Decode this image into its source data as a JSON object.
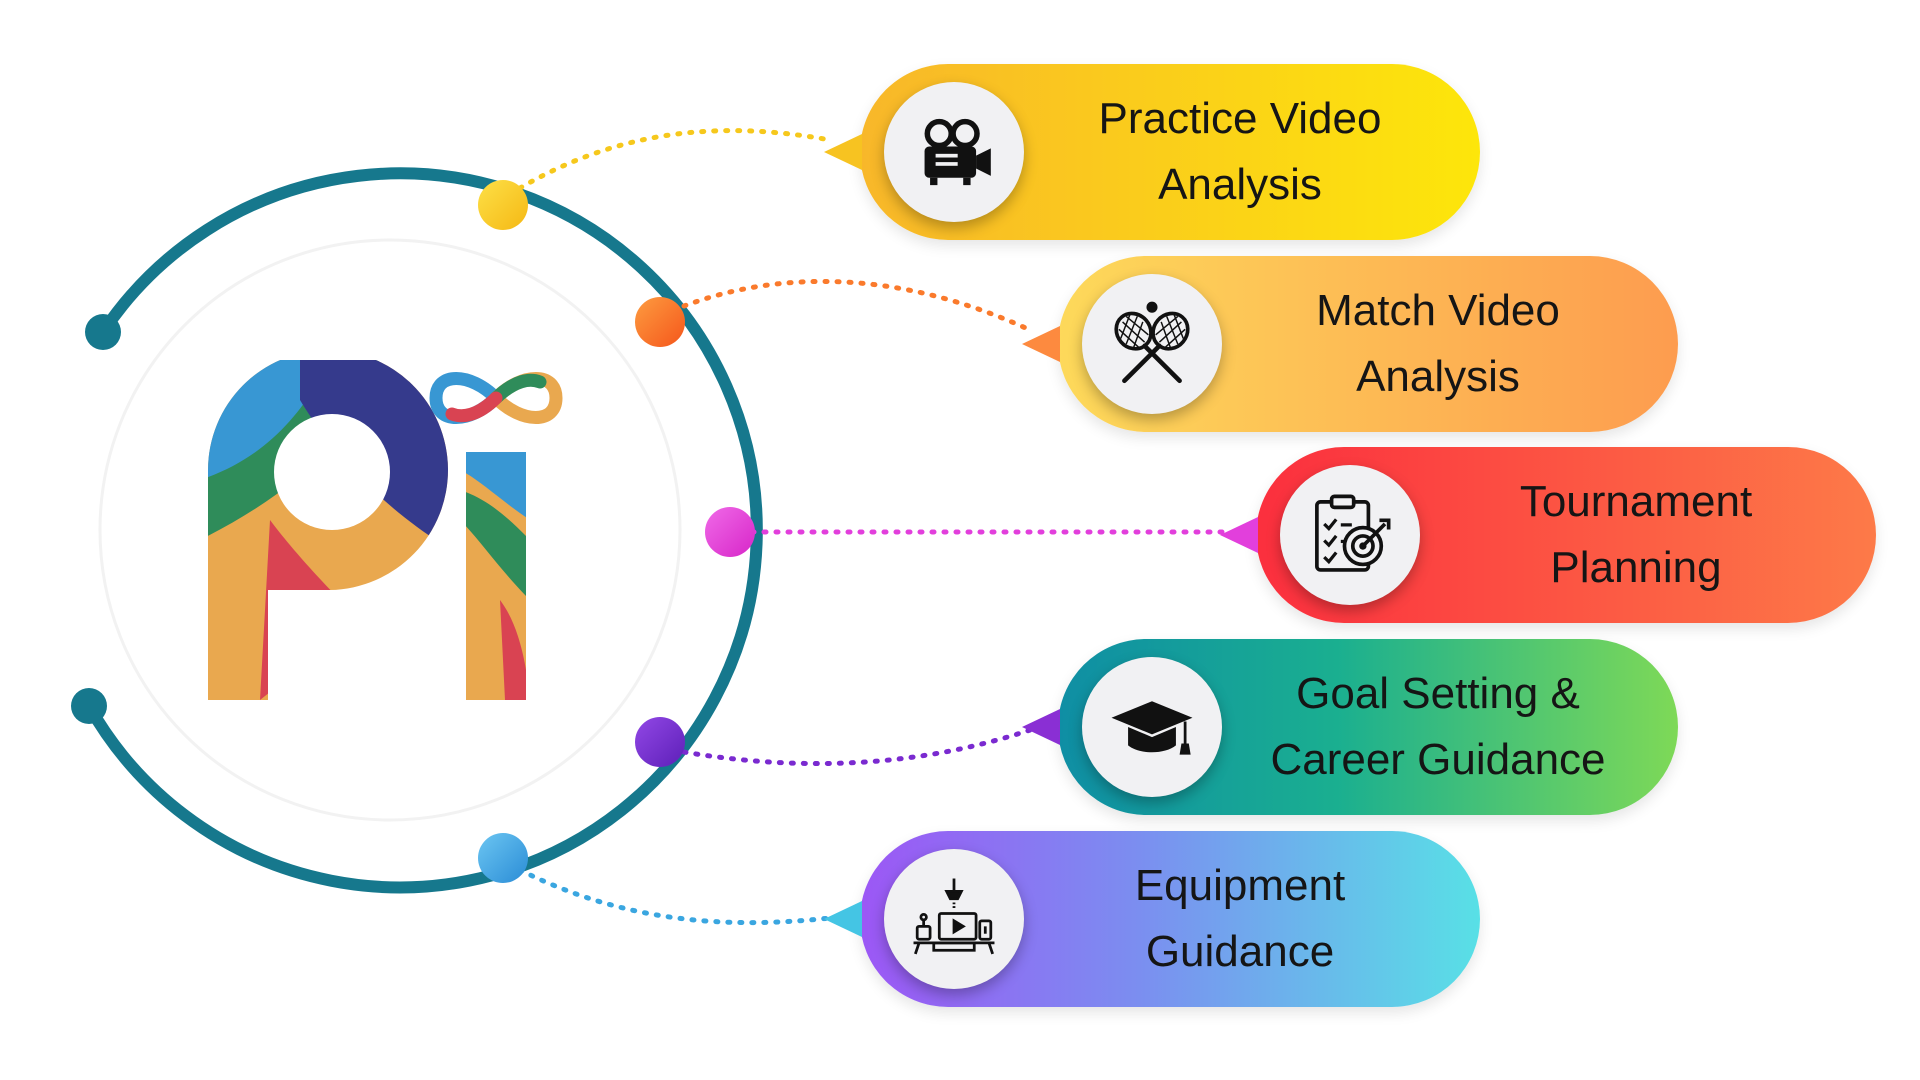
{
  "logo": {
    "text": "Pi",
    "symbol": "infinity-symbol"
  },
  "colors": {
    "ring": "#16788d",
    "connector_yellow": "#f6c81c",
    "connector_orange": "#fa7a2c",
    "connector_magenta": "#e23fdc",
    "connector_purple": "#7a2ad0",
    "connector_blue": "#3aa6e0"
  },
  "services": [
    {
      "label": "Practice Video\nAnalysis",
      "icon": "video-camera-icon"
    },
    {
      "label": "Match Video\nAnalysis",
      "icon": "tennis-rackets-icon"
    },
    {
      "label": "Tournament\nPlanning",
      "icon": "clipboard-target-icon"
    },
    {
      "label": "Goal Setting &\nCareer Guidance",
      "icon": "graduation-cap-icon"
    },
    {
      "label": "Equipment\nGuidance",
      "icon": "equipment-setup-icon"
    }
  ]
}
